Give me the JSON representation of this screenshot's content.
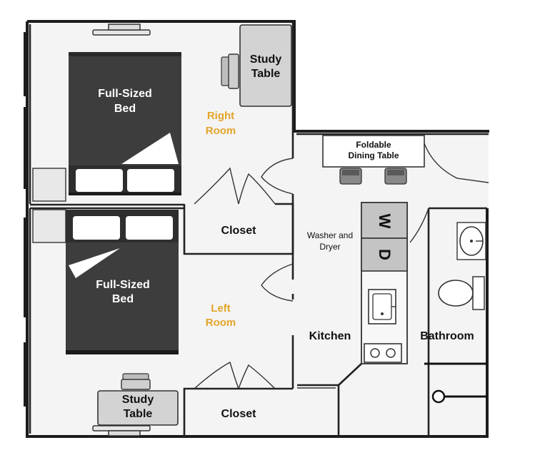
{
  "rooms": {
    "right_room": [
      "Right",
      "Room"
    ],
    "left_room": [
      "Left",
      "Room"
    ],
    "kitchen": "Kitchen",
    "bathroom": "Bathroom"
  },
  "furniture": {
    "bed_top": [
      "Full-Sized",
      "Bed"
    ],
    "bed_bottom": [
      "Full-Sized",
      "Bed"
    ],
    "study_table_top": [
      "Study",
      "Table"
    ],
    "study_table_bottom": [
      "Study",
      "Table"
    ],
    "closet_top": "Closet",
    "closet_bottom": "Closet",
    "dining_table": [
      "Foldable",
      "Dining Table"
    ],
    "washer_dryer": [
      "Washer and",
      "Dryer"
    ],
    "washer_letter": "W",
    "dryer_letter": "D"
  },
  "colors": {
    "bed": "#3d3d3d",
    "furniture_fill": "#d3d3d3",
    "room_label": "#e3a52a",
    "wall": "#1c1c1c",
    "floor": "#f4f4f4"
  }
}
